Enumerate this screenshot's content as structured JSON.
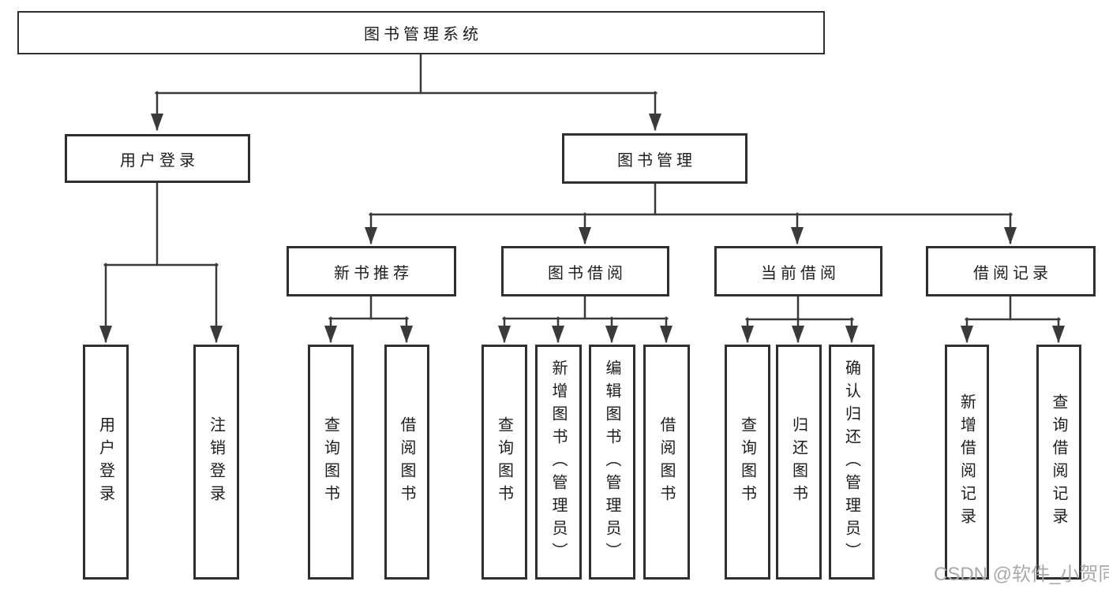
{
  "colors": {
    "background": "#ffffff",
    "line": "#3a3a3a",
    "border": "#2f2f2f",
    "text": "#1d1d1d",
    "watermark": "#a9a9a9"
  },
  "watermark": "CSDN @软件_小贺同学",
  "nodes": {
    "root": "图书管理系统",
    "user_login": "用户登录",
    "book_mgmt": "图书管理",
    "new_books": "新书推荐",
    "book_borrow": "图书借阅",
    "current_borrow": "当前借阅",
    "borrow_records": "借阅记录",
    "login_leaf": "用户登录",
    "logout_leaf": "注销登录",
    "nb_query": "查询图书",
    "nb_borrow": "借阅图书",
    "bb_query": "查询图书",
    "bb_add": "新增图书（管理员）",
    "bb_edit": "编辑图书（管理员）",
    "bb_borrow": "借阅图书",
    "cb_query": "查询图书",
    "cb_return": "归还图书",
    "cb_confirm": "确认归还（管理员）",
    "br_add": "新增借阅记录",
    "br_query": "查询借阅记录"
  },
  "hierarchy": {
    "图书管理系统": {
      "用户登录": [
        "用户登录",
        "注销登录"
      ],
      "图书管理": {
        "新书推荐": [
          "查询图书",
          "借阅图书"
        ],
        "图书借阅": [
          "查询图书",
          "新增图书（管理员）",
          "编辑图书（管理员）",
          "借阅图书"
        ],
        "当前借阅": [
          "查询图书",
          "归还图书",
          "确认归还（管理员）"
        ],
        "借阅记录": [
          "新增借阅记录",
          "查询借阅记录"
        ]
      }
    }
  }
}
